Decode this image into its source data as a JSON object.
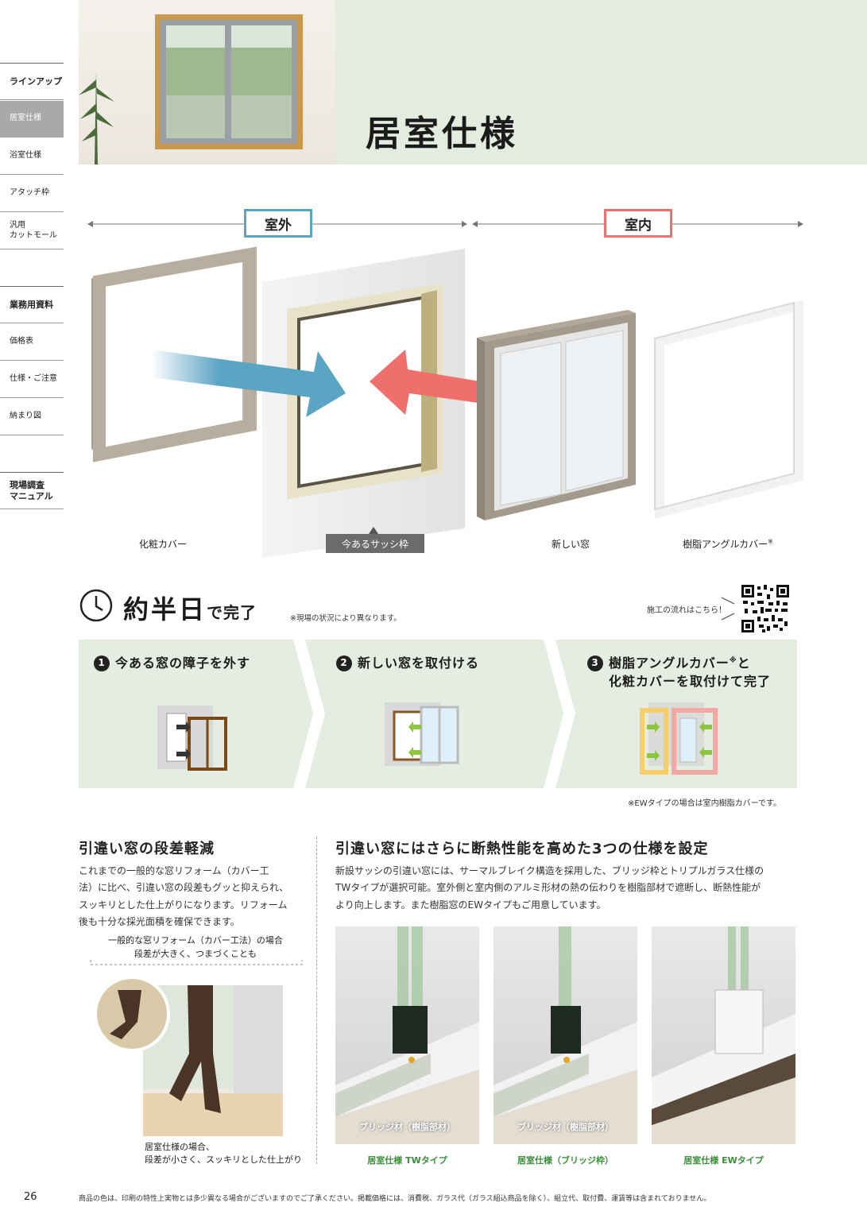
{
  "sidebar": {
    "group1": [
      {
        "label": "ラインアップ",
        "head": true
      },
      {
        "label": "居室仕様",
        "active": true
      },
      {
        "label": "浴室仕様"
      },
      {
        "label": "アタッチ枠"
      },
      {
        "label": "汎用\nカットモール"
      }
    ],
    "group2": [
      {
        "label": "業務用資料",
        "head": true
      },
      {
        "label": "価格表"
      },
      {
        "label": "仕様・ご注意"
      },
      {
        "label": "納まり図"
      }
    ],
    "group3": [
      {
        "label": "現場調査\nマニュアル",
        "head": true
      }
    ]
  },
  "header": {
    "title": "居室仕様"
  },
  "diagram": {
    "outdoor_label": "室外",
    "indoor_label": "室内",
    "outdoor_color": "#5aa4c4",
    "indoor_color": "#ef6f6c",
    "parts": [
      "化粧カバー",
      "今あるサッシ枠",
      "新しい窓",
      "樹脂アングルカバー"
    ],
    "part_note_mark": "※"
  },
  "completion": {
    "big": "約半日",
    "small": "で完了",
    "note": "※現場の状況により異なります。",
    "qr_text": "施工の流れはこちら！"
  },
  "steps": [
    {
      "num": "1",
      "text": "今ある窓の障子を外す"
    },
    {
      "num": "2",
      "text": "新しい窓を取付ける"
    },
    {
      "num": "3",
      "text_a": "樹脂アングルカバー",
      "mark": "※",
      "text_b": "と",
      "text_c": "化粧カバーを取付けて完了"
    }
  ],
  "steps_note": "※EWタイプの場合は室内樹脂カバーです。",
  "left_section": {
    "heading": "引違い窓の段差軽減",
    "lines": [
      "これまでの一般的な窓リフォーム（カバー工",
      "法）に比べ、引違い窓の段差もグッと抑えられ、",
      "スッキリとした仕上がりになります。リフォーム",
      "後も十分な採光面積を確保できます。"
    ],
    "callout_line1": "一般的な窓リフォーム（カバー工法）の場合",
    "callout_line2": "段差が大きく、つまづくことも",
    "caption_line1": "居室仕様の場合、",
    "caption_line2": "段差が小さく、スッキリとした仕上がり"
  },
  "right_section": {
    "heading": "引違い窓にはさらに断熱性能を高めた3つの仕様を設定",
    "lines": [
      "新設サッシの引違い窓には、サーマルブレイク構造を採用した、ブリッジ枠とトリプルガラス仕様の",
      "TWタイプが選択可能。室外側と室内側のアルミ形材の熱の伝わりを樹脂部材で遮断し、断熱性能が",
      "より向上します。また樹脂窓のEWタイプもご用意しています。"
    ],
    "panels": [
      {
        "inner_label": "ブリッジ材（樹脂部材）",
        "caption": "居室仕様 TWタイプ"
      },
      {
        "inner_label": "ブリッジ材（樹脂部材）",
        "caption": "居室仕様（ブリッジ枠）"
      },
      {
        "inner_label": "",
        "caption": "居室仕様 EWタイプ"
      }
    ]
  },
  "footer": {
    "page": "26",
    "note": "商品の色は、印刷の特性上実物とは多少異なる場合がございますのでご了承ください。掲載価格には、消費税、ガラス代（ガラス組込商品を除く）、組立代、取付費、運賃等は含まれておりません。"
  }
}
